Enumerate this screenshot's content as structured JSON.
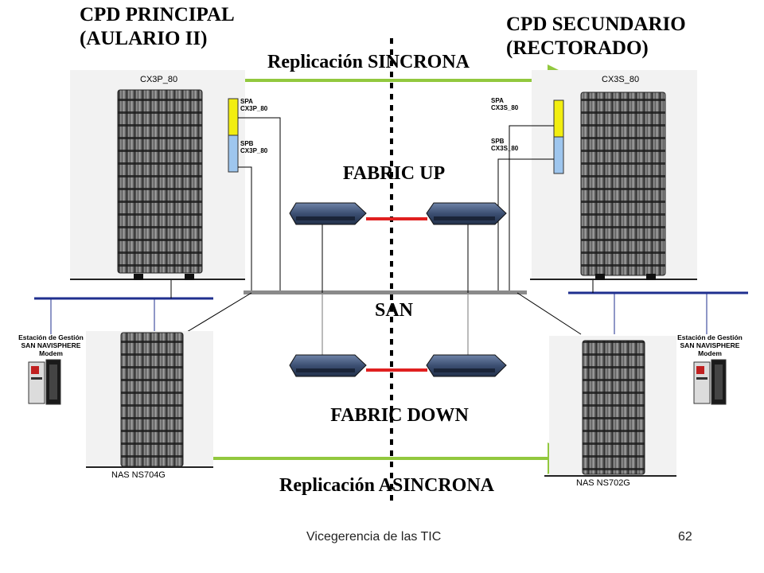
{
  "titles": {
    "principal": "CPD PRINCIPAL\n(AULARIO II)",
    "secundario": "CPD SECUNDARIO\n(RECTORADO)"
  },
  "replication": {
    "sync": "Replicación SINCRONA",
    "async": "Replicación ASINCRONA"
  },
  "fabric": {
    "up": "FABRIC UP",
    "down": "FABRIC DOWN",
    "san": "SAN"
  },
  "storage": {
    "left": "CX3P_80",
    "right": "CX3S_80",
    "left_spa": "SPA\nCX3P_80",
    "left_spb": "SPB\nCX3P_80",
    "right_spa": "SPA\nCX3S_80",
    "right_spb": "SPB\nCX3S_80"
  },
  "nas": {
    "left": "NAS NS704G",
    "right": "NAS NS702G"
  },
  "stations": {
    "left": "Estación de Gestión\nSAN NAVISPHERE\nModem",
    "right": "Estación de Gestión\nSAN NAVISPHERE\nModem"
  },
  "footer": {
    "text": "Vicegerencia de las TIC",
    "page": "62"
  },
  "colors": {
    "replication_arrow": "#92c83e",
    "isl_link": "#e02020",
    "lan_bus": "#1f2f8f",
    "spa": "#f2ee10",
    "spb": "#9ec6ee"
  }
}
